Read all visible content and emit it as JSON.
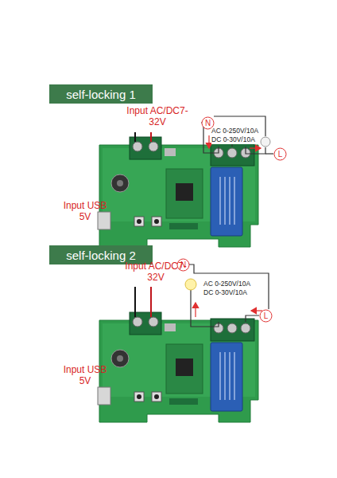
{
  "diagram": {
    "nodes": [
      {
        "text": [
          "self-locking 1"
        ]
      },
      {
        "text": [
          "N"
        ]
      },
      {
        "text": [
          "L"
        ]
      },
      {
        "text": [
          "self-locking 2"
        ]
      },
      {
        "text": [
          "N"
        ]
      },
      {
        "text": [
          "L"
        ]
      }
    ],
    "labels": [
      "Input AC/DC7-32V",
      "Input USB 5V",
      "AC 0-250V/10A",
      "DC 0-30V/10A",
      "Input AC/DC7-32V",
      "Input USB 5V",
      "AC 0-250V/10A",
      "DC 0-30V/10A"
    ]
  }
}
